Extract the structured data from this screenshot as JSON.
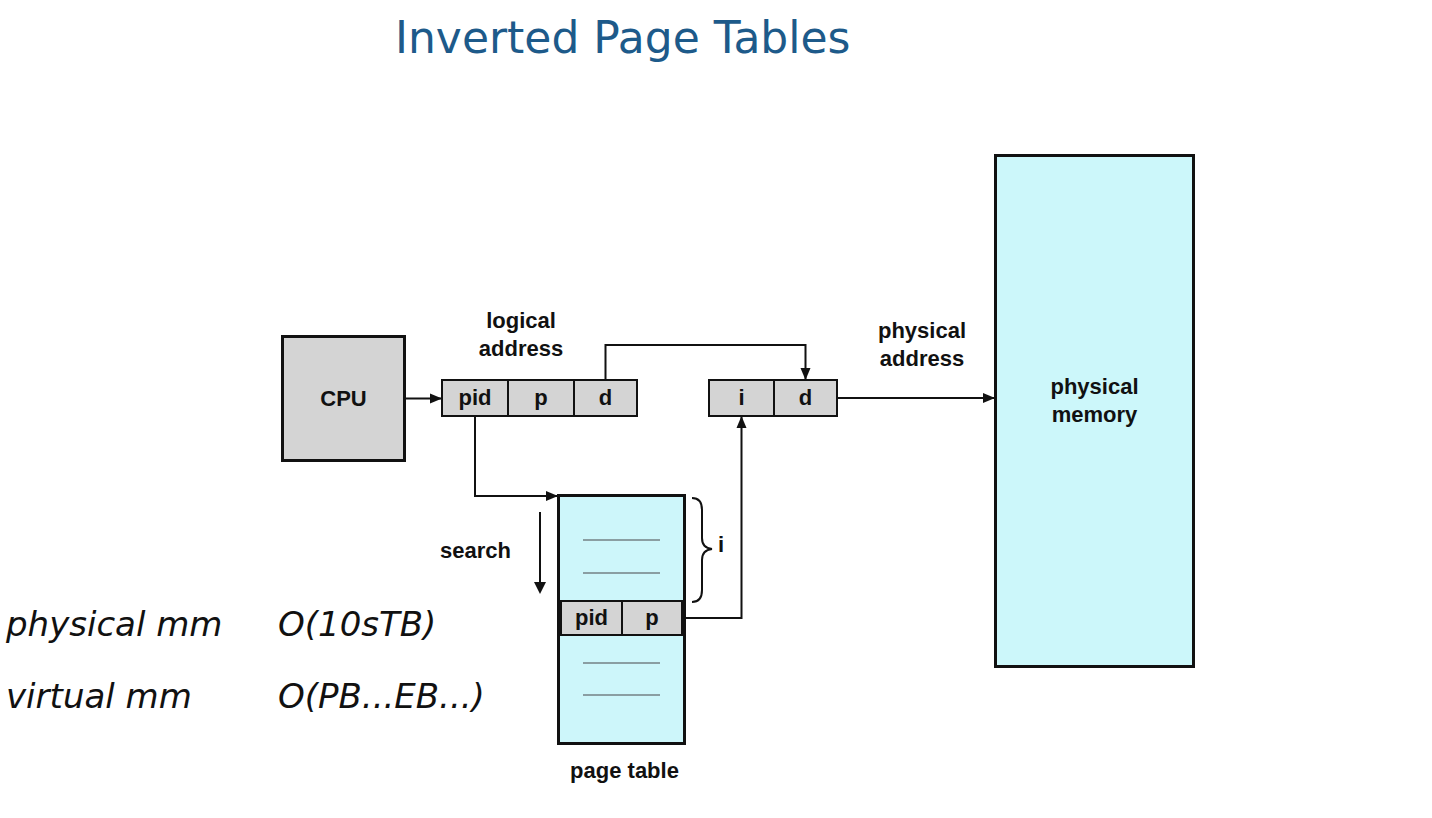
{
  "diagram": {
    "title": "Inverted Page Tables",
    "nodes": [
      {
        "text": [
          "CPU"
        ]
      },
      {
        "text": [
          "logical address"
        ]
      },
      {
        "text": [
          "pid"
        ],
        "in": 1
      },
      {
        "text": [
          "p"
        ],
        "in": 1
      },
      {
        "text": [
          "d"
        ],
        "in": 1
      },
      {
        "text": [
          "physical address"
        ]
      },
      {
        "text": [
          "i"
        ],
        "in": 5
      },
      {
        "text": [
          "d"
        ],
        "in": 5
      },
      {
        "text": [
          "physical memory"
        ]
      },
      {
        "text": [
          "page table"
        ]
      },
      {
        "text": [
          "pid"
        ],
        "in": 9
      },
      {
        "text": [
          "p"
        ],
        "in": 9
      }
    ],
    "edges": [
      {
        "from": 0,
        "to": 1,
        "arrow": "to"
      },
      {
        "from": 4,
        "to": 7,
        "arrow": "to"
      },
      {
        "from": 2,
        "to": 9,
        "arrow": "to"
      },
      {
        "from": 11,
        "to": 6,
        "arrow": "to"
      },
      {
        "from": 5,
        "to": 8,
        "arrow": "to"
      }
    ],
    "labels": [
      "search",
      "i",
      "physical mm",
      "O(10sTB)",
      "virtual mm",
      "O(PB...EB...)"
    ]
  }
}
